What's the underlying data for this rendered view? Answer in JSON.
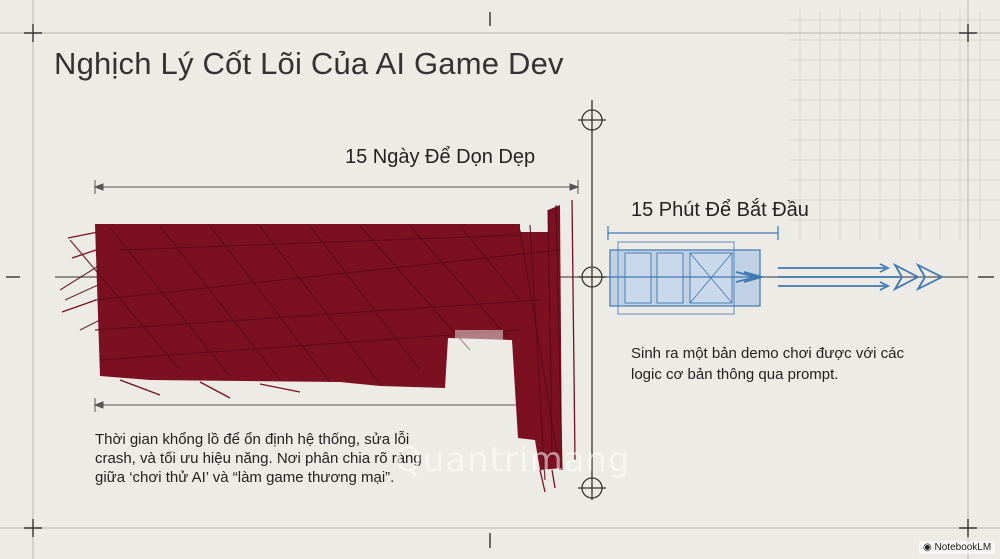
{
  "slide": {
    "title": "Nghịch Lý Cốt Lõi Của AI Game Dev"
  },
  "left": {
    "heading": "15 Ngày Để Dọn Dẹp",
    "description": "Thời gian khổng lồ để ổn định hệ thống, sửa lỗi crash, và tối ưu hiệu năng. Nơi phân chia rõ ràng giữa ‘chơi thử AI’ và “làm game thương mại”.",
    "scribble_color": "#7a1020"
  },
  "right": {
    "heading": "15 Phút Để Bắt Đầu",
    "description": "Sinh ra một bản demo chơi được với các logic cơ bản thông qua prompt.",
    "box_color": "#3f78b3"
  },
  "watermark": {
    "text": "Quantrimang"
  },
  "badge": {
    "text": "◉ NotebookLM"
  }
}
